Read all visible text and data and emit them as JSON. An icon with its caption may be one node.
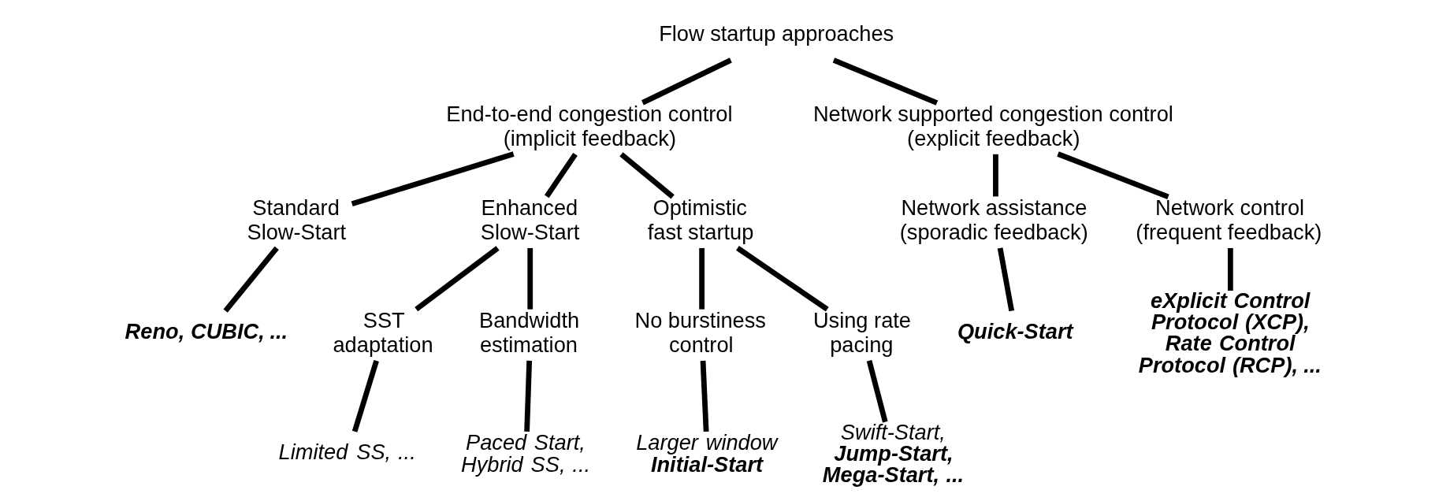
{
  "diagram": {
    "nodes": [
      {
        "text": [
          "Flow startup approaches"
        ]
      },
      {
        "text": [
          "End-to-end congestion control (implicit feedback)"
        ]
      },
      {
        "text": [
          "Network supported congestion control (explicit feedback)"
        ]
      },
      {
        "text": [
          "Standard Slow-Start"
        ]
      },
      {
        "text": [
          "Enhanced Slow-Start"
        ]
      },
      {
        "text": [
          "Optimistic fast startup"
        ]
      },
      {
        "text": [
          "Network assistance (sporadic feedback)"
        ]
      },
      {
        "text": [
          "Network control (frequent feedback)"
        ]
      },
      {
        "text": [
          "Reno, CUBIC, ..."
        ]
      },
      {
        "text": [
          "SST adaptation"
        ]
      },
      {
        "text": [
          "Bandwidth estimation"
        ]
      },
      {
        "text": [
          "No burstiness control"
        ]
      },
      {
        "text": [
          "Using rate pacing"
        ]
      },
      {
        "text": [
          "Quick-Start"
        ]
      },
      {
        "text": [
          "eXplicit Control Protocol (XCP), Rate Control Protocol (RCP), ..."
        ]
      },
      {
        "text": [
          "Limited SS, ..."
        ]
      },
      {
        "text": [
          "Paced Start, Hybrid SS, ..."
        ]
      },
      {
        "text": [
          "Larger window **Initial-Start**"
        ]
      },
      {
        "text": [
          "Swift-Start, **Jump-Start, Mega-Start, ...**"
        ]
      }
    ],
    "edges": [
      {
        "from": 0,
        "to": 1,
        "arrow": "none"
      },
      {
        "from": 0,
        "to": 2,
        "arrow": "none"
      },
      {
        "from": 1,
        "to": 3,
        "arrow": "none"
      },
      {
        "from": 1,
        "to": 4,
        "arrow": "none"
      },
      {
        "from": 1,
        "to": 5,
        "arrow": "none"
      },
      {
        "from": 2,
        "to": 6,
        "arrow": "none"
      },
      {
        "from": 2,
        "to": 7,
        "arrow": "none"
      },
      {
        "from": 3,
        "to": 8,
        "arrow": "none"
      },
      {
        "from": 4,
        "to": 9,
        "arrow": "none"
      },
      {
        "from": 4,
        "to": 10,
        "arrow": "none"
      },
      {
        "from": 5,
        "to": 11,
        "arrow": "none"
      },
      {
        "from": 5,
        "to": 12,
        "arrow": "none"
      },
      {
        "from": 6,
        "to": 13,
        "arrow": "none"
      },
      {
        "from": 7,
        "to": 14,
        "arrow": "none"
      },
      {
        "from": 9,
        "to": 15,
        "arrow": "none"
      },
      {
        "from": 10,
        "to": 16,
        "arrow": "none"
      },
      {
        "from": 11,
        "to": 17,
        "arrow": "none"
      },
      {
        "from": 12,
        "to": 18,
        "arrow": "none"
      }
    ]
  }
}
